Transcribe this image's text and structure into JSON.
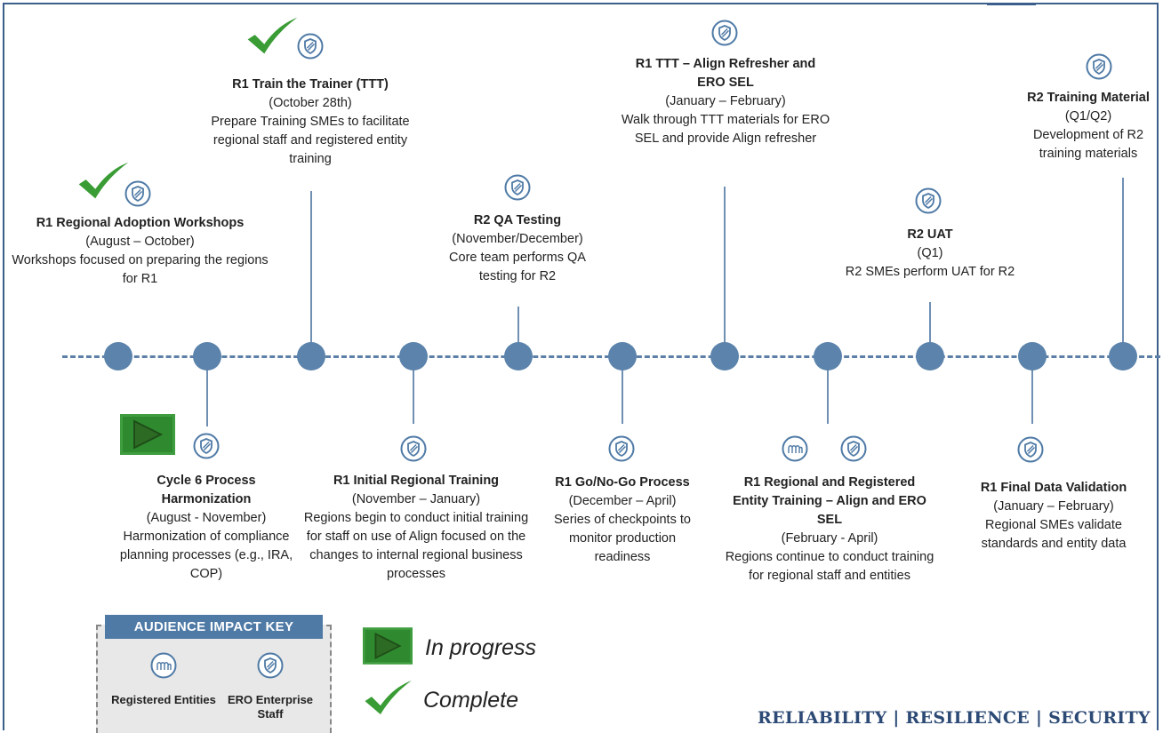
{
  "events_top": [
    {
      "title": "R1 Regional Adoption Workshops",
      "dates": "(August – October)",
      "desc": "Workshops focused on preparing the regions for R1",
      "status": "complete",
      "icons": [
        "shield-icon"
      ]
    },
    {
      "title": "R1 Train the Trainer (TTT)",
      "dates": "(October 28th)",
      "desc": "Prepare Training SMEs to facilitate regional staff and registered entity training",
      "status": "complete",
      "icons": [
        "shield-icon"
      ]
    },
    {
      "title": "R2 QA Testing",
      "dates": "(November/December)",
      "desc": "Core team performs QA testing for R2",
      "status": "",
      "icons": [
        "shield-icon"
      ]
    },
    {
      "title": "R1 TTT – Align Refresher and ERO SEL",
      "dates": "(January – February)",
      "desc": "Walk through TTT materials for ERO SEL and provide Align refresher",
      "status": "",
      "icons": [
        "shield-icon"
      ]
    },
    {
      "title": "R2 UAT",
      "dates": "(Q1)",
      "desc": "R2 SMEs perform UAT for R2",
      "status": "",
      "icons": [
        "shield-icon"
      ]
    },
    {
      "title": "R2 Training Material",
      "dates": "(Q1/Q2)",
      "desc": "Development of R2 training materials",
      "status": "",
      "icons": [
        "shield-icon"
      ]
    }
  ],
  "events_bottom": [
    {
      "title": "Cycle 6 Process Harmonization",
      "dates": "(August - November)",
      "desc": "Harmonization of compliance  planning processes (e.g., IRA, COP)",
      "status": "in-progress",
      "icons": [
        "shield-icon"
      ]
    },
    {
      "title": "R1 Initial Regional Training",
      "dates": "(November – January)",
      "desc": "Regions begin to conduct initial training for staff on use of Align focused on the changes to internal regional business processes",
      "status": "",
      "icons": [
        "shield-icon"
      ]
    },
    {
      "title": "R1 Go/No-Go Process",
      "dates": "(December – April)",
      "desc": "Series of checkpoints to monitor production readiness",
      "status": "",
      "icons": [
        "shield-icon"
      ]
    },
    {
      "title": "R1 Regional and Registered Entity Training – Align and ERO SEL",
      "dates": "(February - April)",
      "desc": "Regions continue to conduct training for regional staff and entities",
      "status": "",
      "icons": [
        "people-icon",
        "shield-icon"
      ]
    },
    {
      "title": "R1 Final Data Validation",
      "dates": "(January – February)",
      "desc": "Regional SMEs validate standards and entity data",
      "status": "",
      "icons": [
        "shield-icon"
      ]
    }
  ],
  "key": {
    "title": "AUDIENCE IMPACT KEY",
    "registered": "Registered Entities",
    "ero": "ERO Enterprise Staff"
  },
  "legend": {
    "in_progress": "In progress",
    "complete": "Complete"
  },
  "footer": "RELIABILITY | RESILIENCE | SECURITY",
  "colors": {
    "timeline": "#5b83ab",
    "play_green": "#3f9d3f",
    "check_green": "#3a9c35",
    "key_header": "#4f7aa6",
    "footer": "#2c4a75"
  }
}
